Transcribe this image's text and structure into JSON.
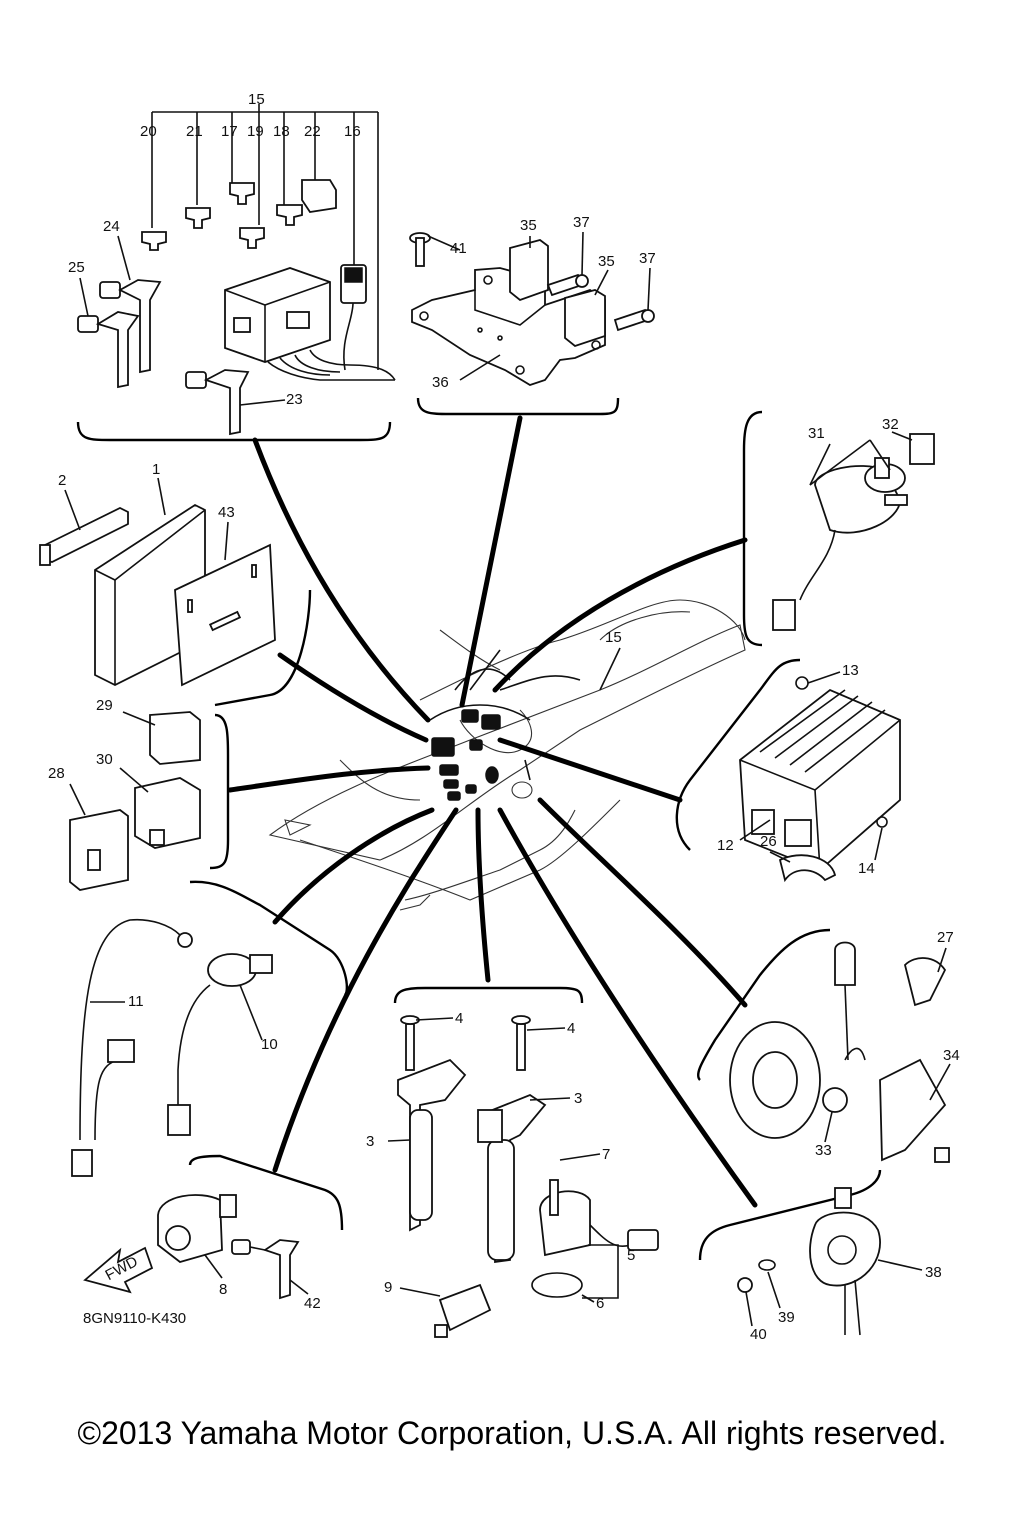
{
  "diagram_code": "8GN9110-K430",
  "fwd_label": "FWD",
  "copyright": "©2013 Yamaha Motor Corporation, U.S.A. All rights reserved.",
  "labels": [
    "1",
    "2",
    "3",
    "3",
    "4",
    "4",
    "5",
    "6",
    "7",
    "8",
    "9",
    "10",
    "11",
    "12",
    "13",
    "14",
    "15",
    "15",
    "16",
    "17",
    "18",
    "19",
    "20",
    "21",
    "22",
    "23",
    "24",
    "25",
    "26",
    "27",
    "28",
    "29",
    "30",
    "31",
    "32",
    "33",
    "34",
    "35",
    "35",
    "36",
    "37",
    "37",
    "38",
    "39",
    "40",
    "41",
    "42",
    "43"
  ]
}
